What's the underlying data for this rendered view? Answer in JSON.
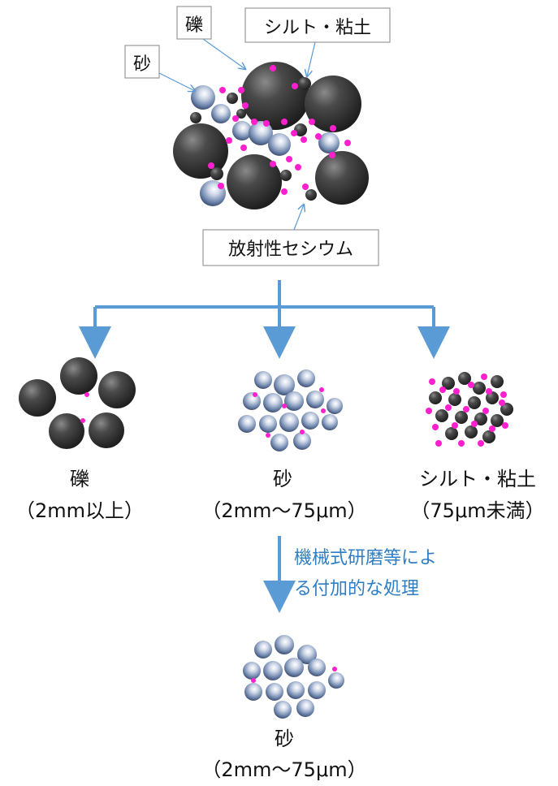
{
  "top": {
    "callouts": {
      "gravel": "礫",
      "silt_clay": "シルト・粘土",
      "sand": "砂",
      "cesium": "放射性セシウム"
    }
  },
  "fractions": [
    {
      "name": "礫",
      "range": "（2mm以上）"
    },
    {
      "name": "砂",
      "range": "（2mm～75μm）"
    },
    {
      "name": "シルト・粘土",
      "range": "（75μm未満）"
    }
  ],
  "process": {
    "line1": "機械式研磨等によ",
    "line2": "る付加的な処理"
  },
  "result": {
    "name": "砂",
    "range": "（2mm～75μm）"
  },
  "colors": {
    "arrow": "#5b9bd5",
    "process_text": "#2f7ec4",
    "gravel": "#3a3a3a",
    "sand": "#7f95b8",
    "cesium": "#ff1fcf"
  }
}
